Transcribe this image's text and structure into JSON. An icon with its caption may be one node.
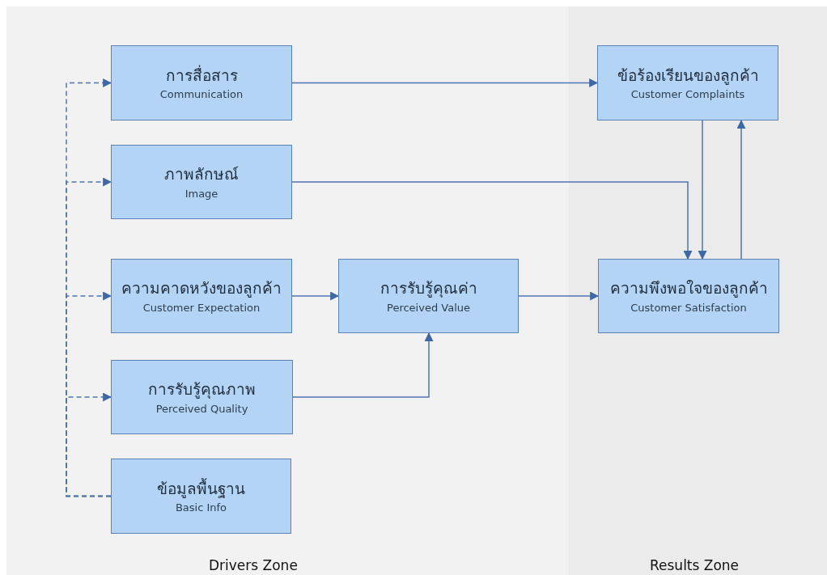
{
  "diagram": {
    "nodes": [
      {
        "text": [
          "Drivers Zone"
        ]
      },
      {
        "text": [
          "Results Zone"
        ]
      },
      {
        "text": [
          "การสื่อสาร",
          "Communication"
        ],
        "in": 0
      },
      {
        "text": [
          "ข้อร้องเรียนของลูกค้า",
          "Customer Complaints"
        ],
        "in": 1
      },
      {
        "text": [
          "ภาพลักษณ์",
          "Image"
        ],
        "in": 0
      },
      {
        "text": [
          "ความคาดหวังของลูกค้า",
          "Customer Expectation"
        ],
        "in": 0
      },
      {
        "text": [
          "การรับรู้คุณค่า",
          "Perceived Value"
        ],
        "in": 0
      },
      {
        "text": [
          "ความพึงพอใจของลูกค้า",
          "Customer Satisfaction"
        ],
        "in": 1
      },
      {
        "text": [
          "การรับรู้คุณภาพ",
          "Perceived Quality"
        ],
        "in": 0
      },
      {
        "text": [
          "ข้อมูลพื้นฐาน",
          "Basic Info"
        ],
        "in": 0
      }
    ],
    "edges": [
      {
        "from": 2,
        "to": 3,
        "arrow": "to"
      },
      {
        "from": 4,
        "to": 7,
        "arrow": "to"
      },
      {
        "from": 3,
        "to": 7,
        "arrow": "to"
      },
      {
        "from": 7,
        "to": 3,
        "arrow": "to"
      },
      {
        "from": 5,
        "to": 6,
        "arrow": "to"
      },
      {
        "from": 6,
        "to": 7,
        "arrow": "to"
      },
      {
        "from": 8,
        "to": 6,
        "arrow": "to"
      },
      {
        "from": 9,
        "to": 2,
        "arrow": "to",
        "style": "dashed"
      },
      {
        "from": 9,
        "to": 4,
        "arrow": "to",
        "style": "dashed"
      },
      {
        "from": 9,
        "to": 5,
        "arrow": "to",
        "style": "dashed"
      },
      {
        "from": 9,
        "to": 8,
        "arrow": "to",
        "style": "dashed"
      }
    ]
  }
}
